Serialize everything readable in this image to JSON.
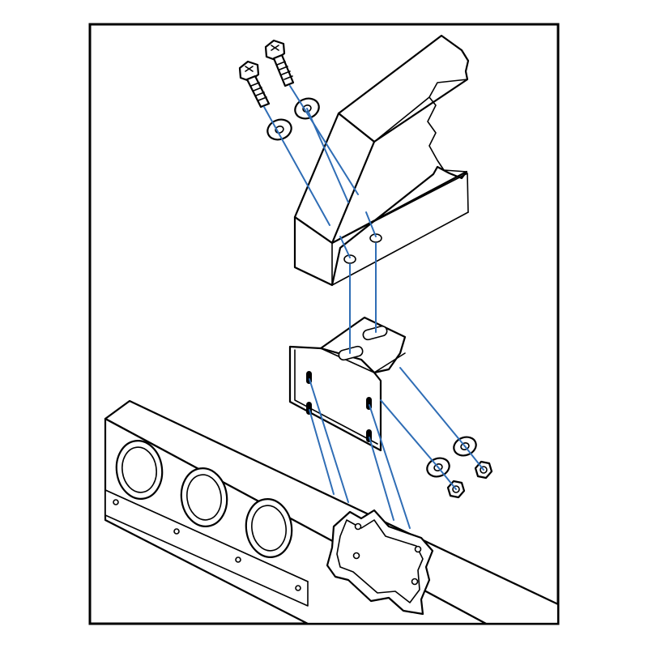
{
  "diagram": {
    "kind": "exploded-assembly",
    "components": [
      "hex-bolt",
      "flat-washer",
      "upper-channel-frame",
      "mounting-bracket",
      "hex-nut",
      "light-bar"
    ],
    "fastener_count": {
      "bolts": 2,
      "washers": 4,
      "nuts": 2
    },
    "light_bar_lamps": 3
  },
  "colors": {
    "line": "#000000",
    "guide": "#2f6db5",
    "background": "#ffffff"
  }
}
